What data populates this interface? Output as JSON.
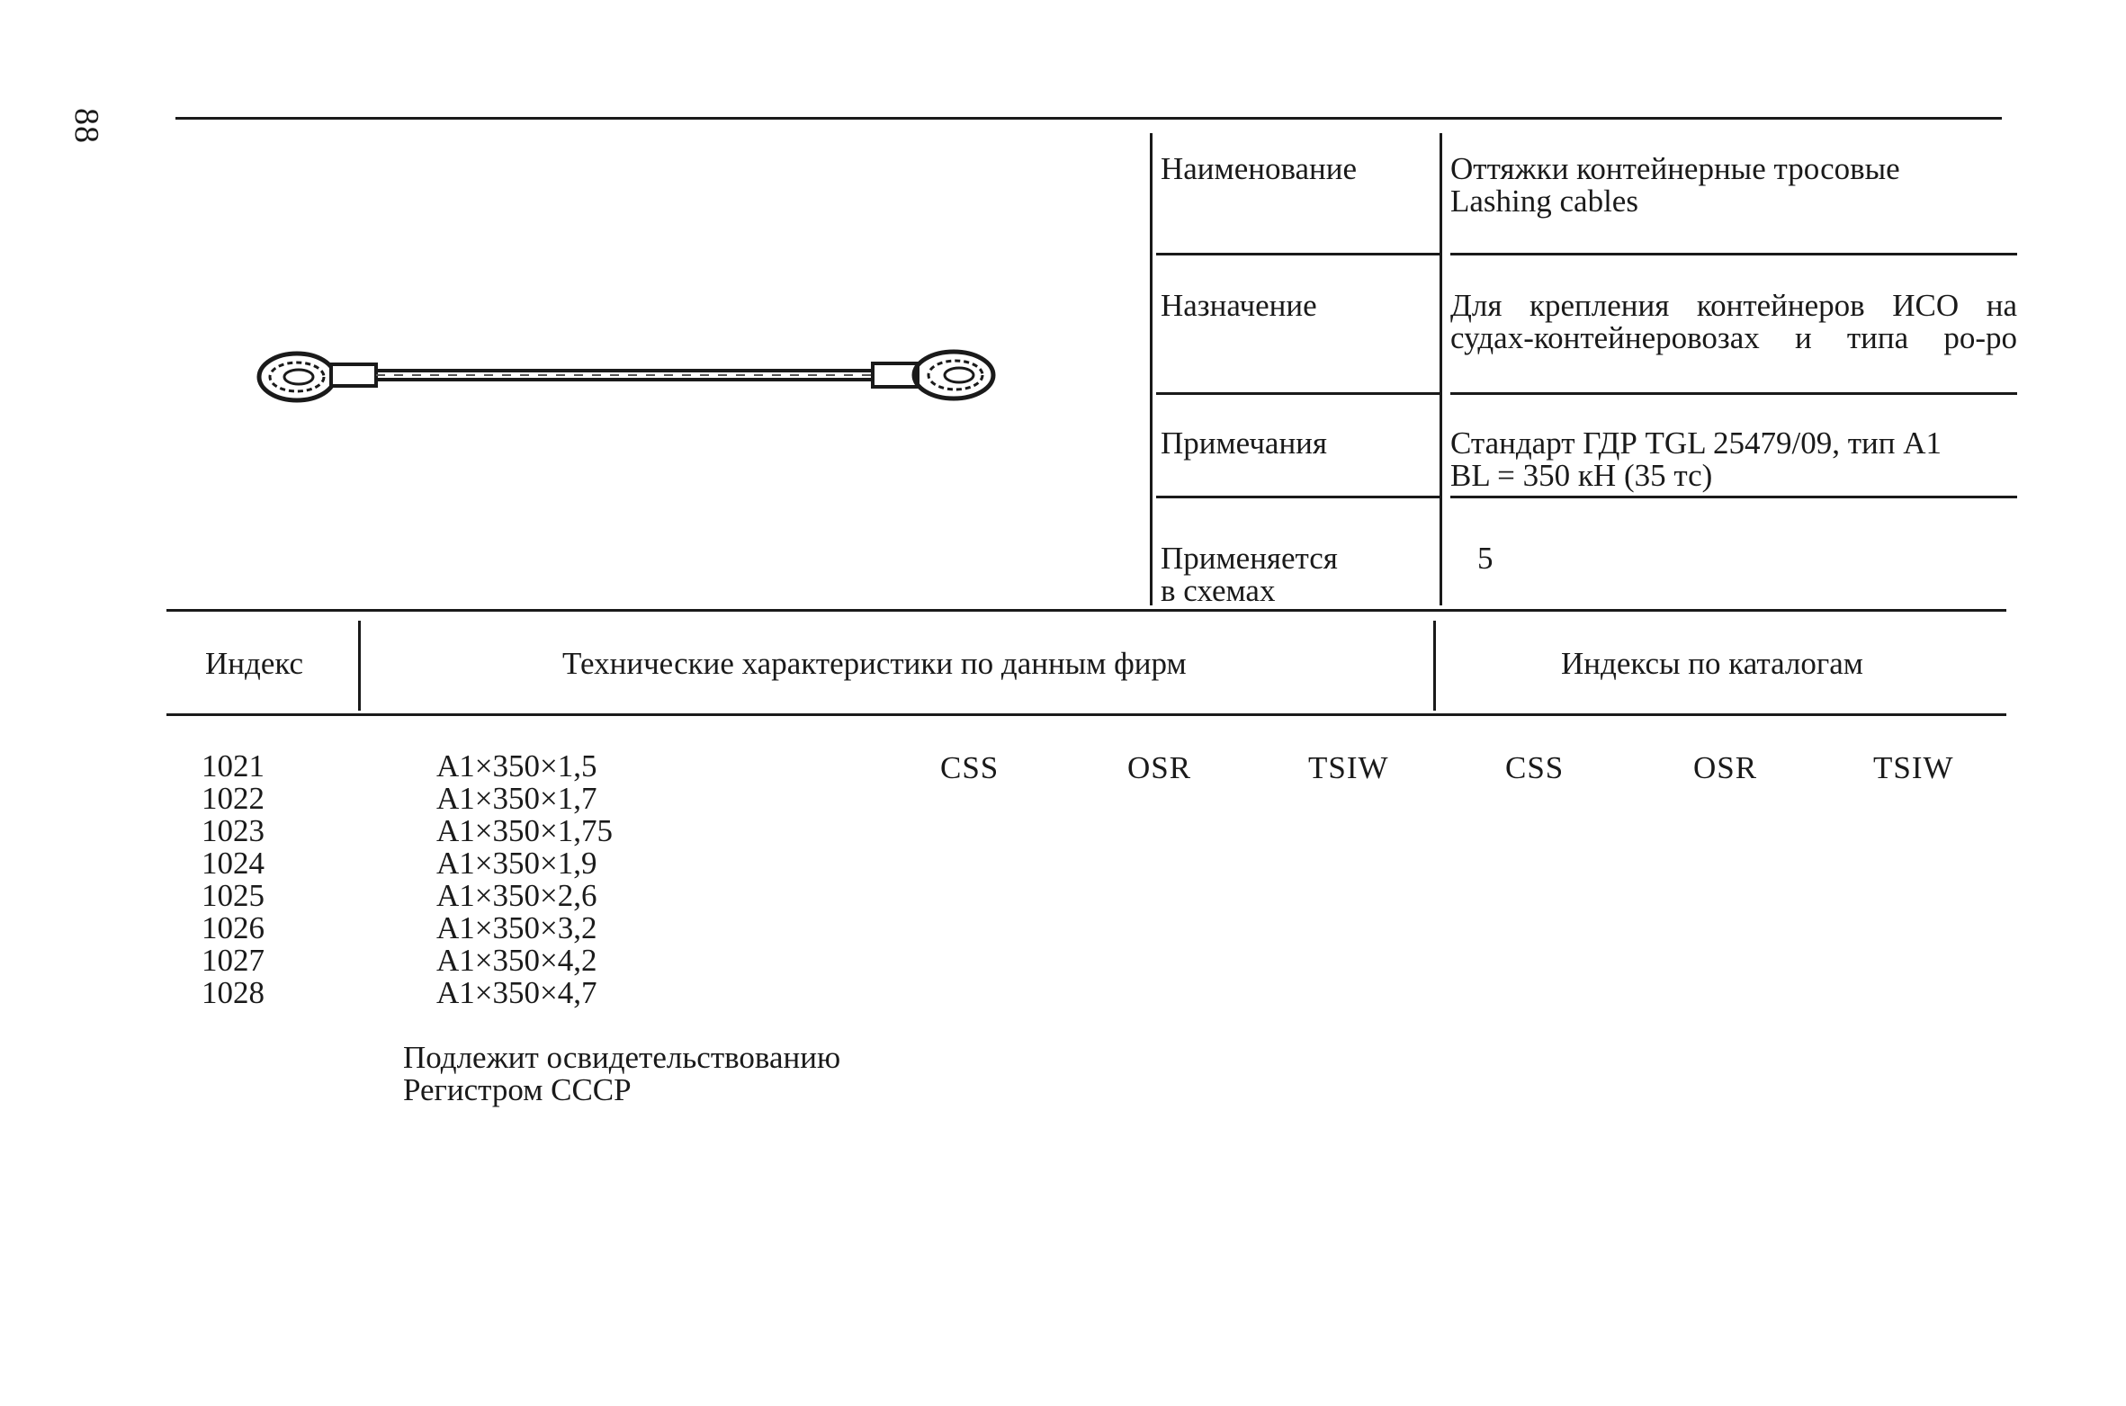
{
  "page_number": "88",
  "properties": {
    "name_label": "Наименование",
    "name_value_ru": "Оттяжки контейнерные тросовые",
    "name_value_en": "Lashing cables",
    "purpose_label": "Назначение",
    "purpose_value_1": "Для крепления контейнеров ИСО на",
    "purpose_value_2": "судах-контейнеровозах и типа ро-ро",
    "notes_label": "Примечания",
    "notes_value_1": "Стандарт ГДР TGL 25479/09, тип A1",
    "notes_value_2": "BL = 350 кН (35 тс)",
    "used_label_1": "Применяется",
    "used_label_2": "в схемах",
    "used_value": "5"
  },
  "table": {
    "col_index": "Индекс",
    "col_tech": "Технические характеристики по данным фирм",
    "col_catalog": "Индексы по каталогам",
    "indices": [
      "1021",
      "1022",
      "1023",
      "1024",
      "1025",
      "1026",
      "1027",
      "1028"
    ],
    "specs": [
      "A1×350×1,5",
      "A1×350×1,7",
      "A1×350×1,75",
      "A1×350×1,9",
      "A1×350×2,6",
      "A1×350×3,2",
      "A1×350×4,2",
      "A1×350×4,7"
    ],
    "tech_firms": [
      "CSS",
      "OSR",
      "TSIW"
    ],
    "catalog_firms": [
      "CSS",
      "OSR",
      "TSIW"
    ]
  },
  "note": {
    "line1": "Подлежит освидетельствованию",
    "line2": "Регистром СССР"
  }
}
